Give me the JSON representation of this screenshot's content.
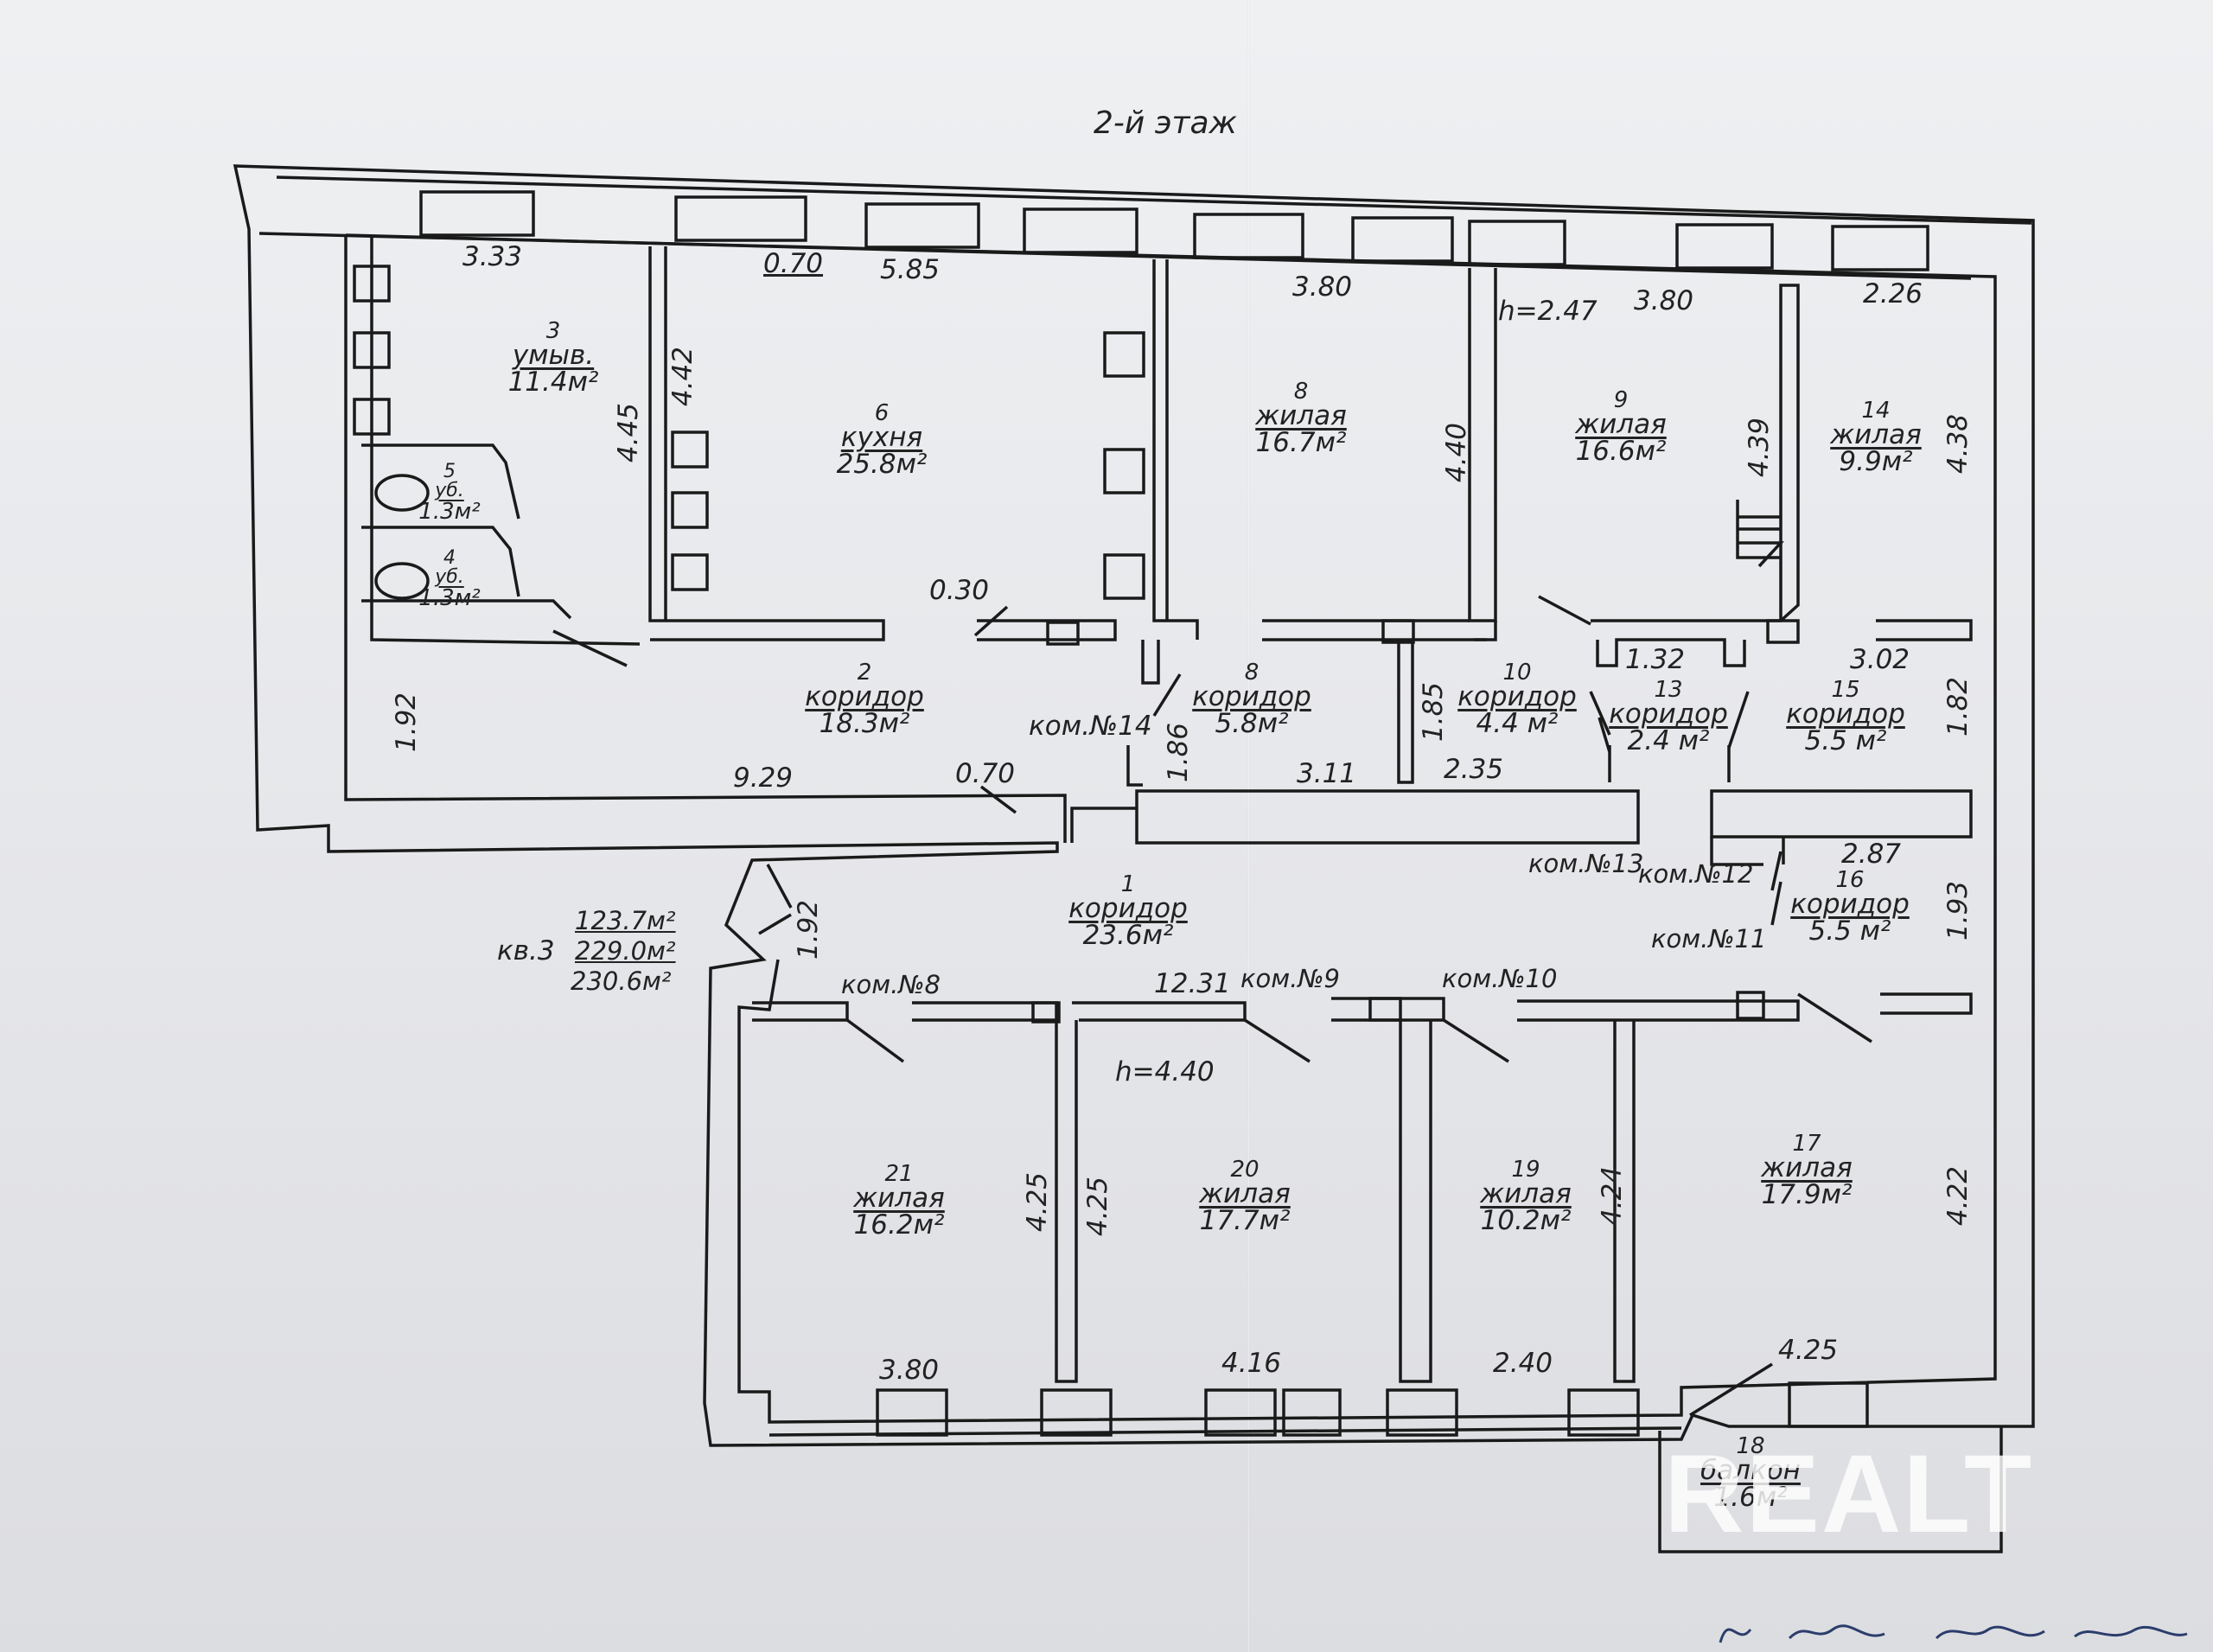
{
  "title": "2-й этаж",
  "apartment": {
    "label": "кв.3",
    "areas": [
      "123.7м²",
      "229.0м²",
      "230.6м²"
    ]
  },
  "rooms": {
    "r1": {
      "num": "1",
      "type": "коридор",
      "area": "23.6м²"
    },
    "r2": {
      "num": "2",
      "type": "коридор",
      "area": "18.3м²"
    },
    "r3": {
      "num": "3",
      "type": "умыв.",
      "area": "11.4м²"
    },
    "r4": {
      "num": "4",
      "type": "уб.",
      "area": "1.3м²"
    },
    "r5": {
      "num": "5",
      "type": "уб.",
      "area": "1.3м²"
    },
    "r6": {
      "num": "6",
      "type": "кухня",
      "area": "25.8м²"
    },
    "r8a": {
      "num": "8",
      "type": "жилая",
      "area": "16.7м²"
    },
    "r8b": {
      "num": "8",
      "type": "коридор",
      "area": "5.8м²"
    },
    "r9": {
      "num": "9",
      "type": "жилая",
      "area": "16.6м²"
    },
    "r10": {
      "num": "10",
      "type": "коридор",
      "area": "4.4 м²"
    },
    "r13": {
      "num": "13",
      "type": "коридор",
      "area": "2.4 м²"
    },
    "r14": {
      "num": "14",
      "type": "жилая",
      "area": "9.9м²"
    },
    "r15": {
      "num": "15",
      "type": "коридор",
      "area": "5.5 м²"
    },
    "r16": {
      "num": "16",
      "type": "коридор",
      "area": "5.5 м²"
    },
    "r17": {
      "num": "17",
      "type": "жилая",
      "area": "17.9м²"
    },
    "r18": {
      "num": "18",
      "type": "балкон",
      "area": "1.6м²"
    },
    "r19": {
      "num": "19",
      "type": "жилая",
      "area": "10.2м²"
    },
    "r20": {
      "num": "20",
      "type": "жилая",
      "area": "17.7м²"
    },
    "r21": {
      "num": "21",
      "type": "жилая",
      "area": "16.2м²"
    }
  },
  "kom_labels": {
    "k14": "ком.№14",
    "k13": "ком.№13",
    "k12": "ком.№12",
    "k11": "ком.№11",
    "k8": "ком.№8",
    "k9": "ком.№9",
    "k10": "ком.№10"
  },
  "heights": {
    "upper": "h=2.47",
    "lower": "h=4.40"
  },
  "dimensions": {
    "d_333": "3.33",
    "d_070a": "0.70",
    "d_585": "5.85",
    "d_380a": "3.80",
    "d_380b": "3.80",
    "d_226": "2.26",
    "d_445": "4.45",
    "d_442": "4.42",
    "d_440": "4.40",
    "d_439": "4.39",
    "d_438": "4.38",
    "d_030": "0.30",
    "d_132": "1.32",
    "d_302": "3.02",
    "d_192a": "1.92",
    "d_186": "1.86",
    "d_185": "1.85",
    "d_182": "1.82",
    "d_929": "9.29",
    "d_070b": "0.70",
    "d_311": "3.11",
    "d_235": "2.35",
    "d_192b": "1.92",
    "d_287": "2.87",
    "d_193": "1.93",
    "d_1231": "12.31",
    "d_425a": "4.25",
    "d_425b": "4.25",
    "d_424": "4.24",
    "d_422": "4.22",
    "d_380c": "3.80",
    "d_416": "4.16",
    "d_240": "2.40",
    "d_425c": "4.25"
  },
  "watermark": "REALT",
  "colors": {
    "ink": "#1a1a1a",
    "paper": "#e8e9ec"
  }
}
